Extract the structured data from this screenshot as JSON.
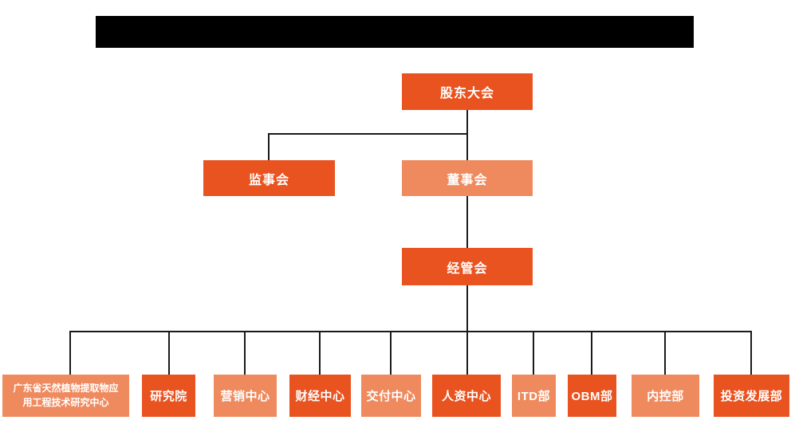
{
  "diagram": {
    "type": "org-chart",
    "title_redacted": true
  },
  "colors": {
    "primary_box": "#e95320",
    "secondary_box": "#ef8a5e",
    "box_text": "#ffffff",
    "connector": "#1a1a1a",
    "redaction_bar": "#000000",
    "background": "#ffffff"
  },
  "nodes": {
    "shareholders": {
      "label": "股东大会"
    },
    "supervisors": {
      "label": "监事会"
    },
    "directors": {
      "label": "董事会"
    },
    "management": {
      "label": "经管会"
    },
    "gd_research_center": {
      "label_line1": "广东省天然植物提取物应",
      "label_line2": "用工程技术研究中心"
    },
    "research_institute": {
      "label": "研究院"
    },
    "marketing_center": {
      "label": "营销中心"
    },
    "finance_center": {
      "label": "财经中心"
    },
    "delivery_center": {
      "label": "交付中心"
    },
    "hr_center": {
      "label": "人资中心"
    },
    "itd_dept": {
      "label": "ITD部"
    },
    "obm_dept": {
      "label": "OBM部"
    },
    "internal_control_dept": {
      "label": "内控部"
    },
    "investment_dev_dept": {
      "label": "投资发展部"
    }
  },
  "edges": [
    {
      "from": "股东大会",
      "to": "监事会"
    },
    {
      "from": "股东大会",
      "to": "董事会"
    },
    {
      "from": "董事会",
      "to": "经管会"
    },
    {
      "from": "经管会",
      "to": "广东省天然植物提取物应用工程技术研究中心"
    },
    {
      "from": "经管会",
      "to": "研究院"
    },
    {
      "from": "经管会",
      "to": "营销中心"
    },
    {
      "from": "经管会",
      "to": "财经中心"
    },
    {
      "from": "经管会",
      "to": "交付中心"
    },
    {
      "from": "经管会",
      "to": "人资中心"
    },
    {
      "from": "经管会",
      "to": "ITD部"
    },
    {
      "from": "经管会",
      "to": "OBM部"
    },
    {
      "from": "经管会",
      "to": "内控部"
    },
    {
      "from": "经管会",
      "to": "投资发展部"
    }
  ]
}
